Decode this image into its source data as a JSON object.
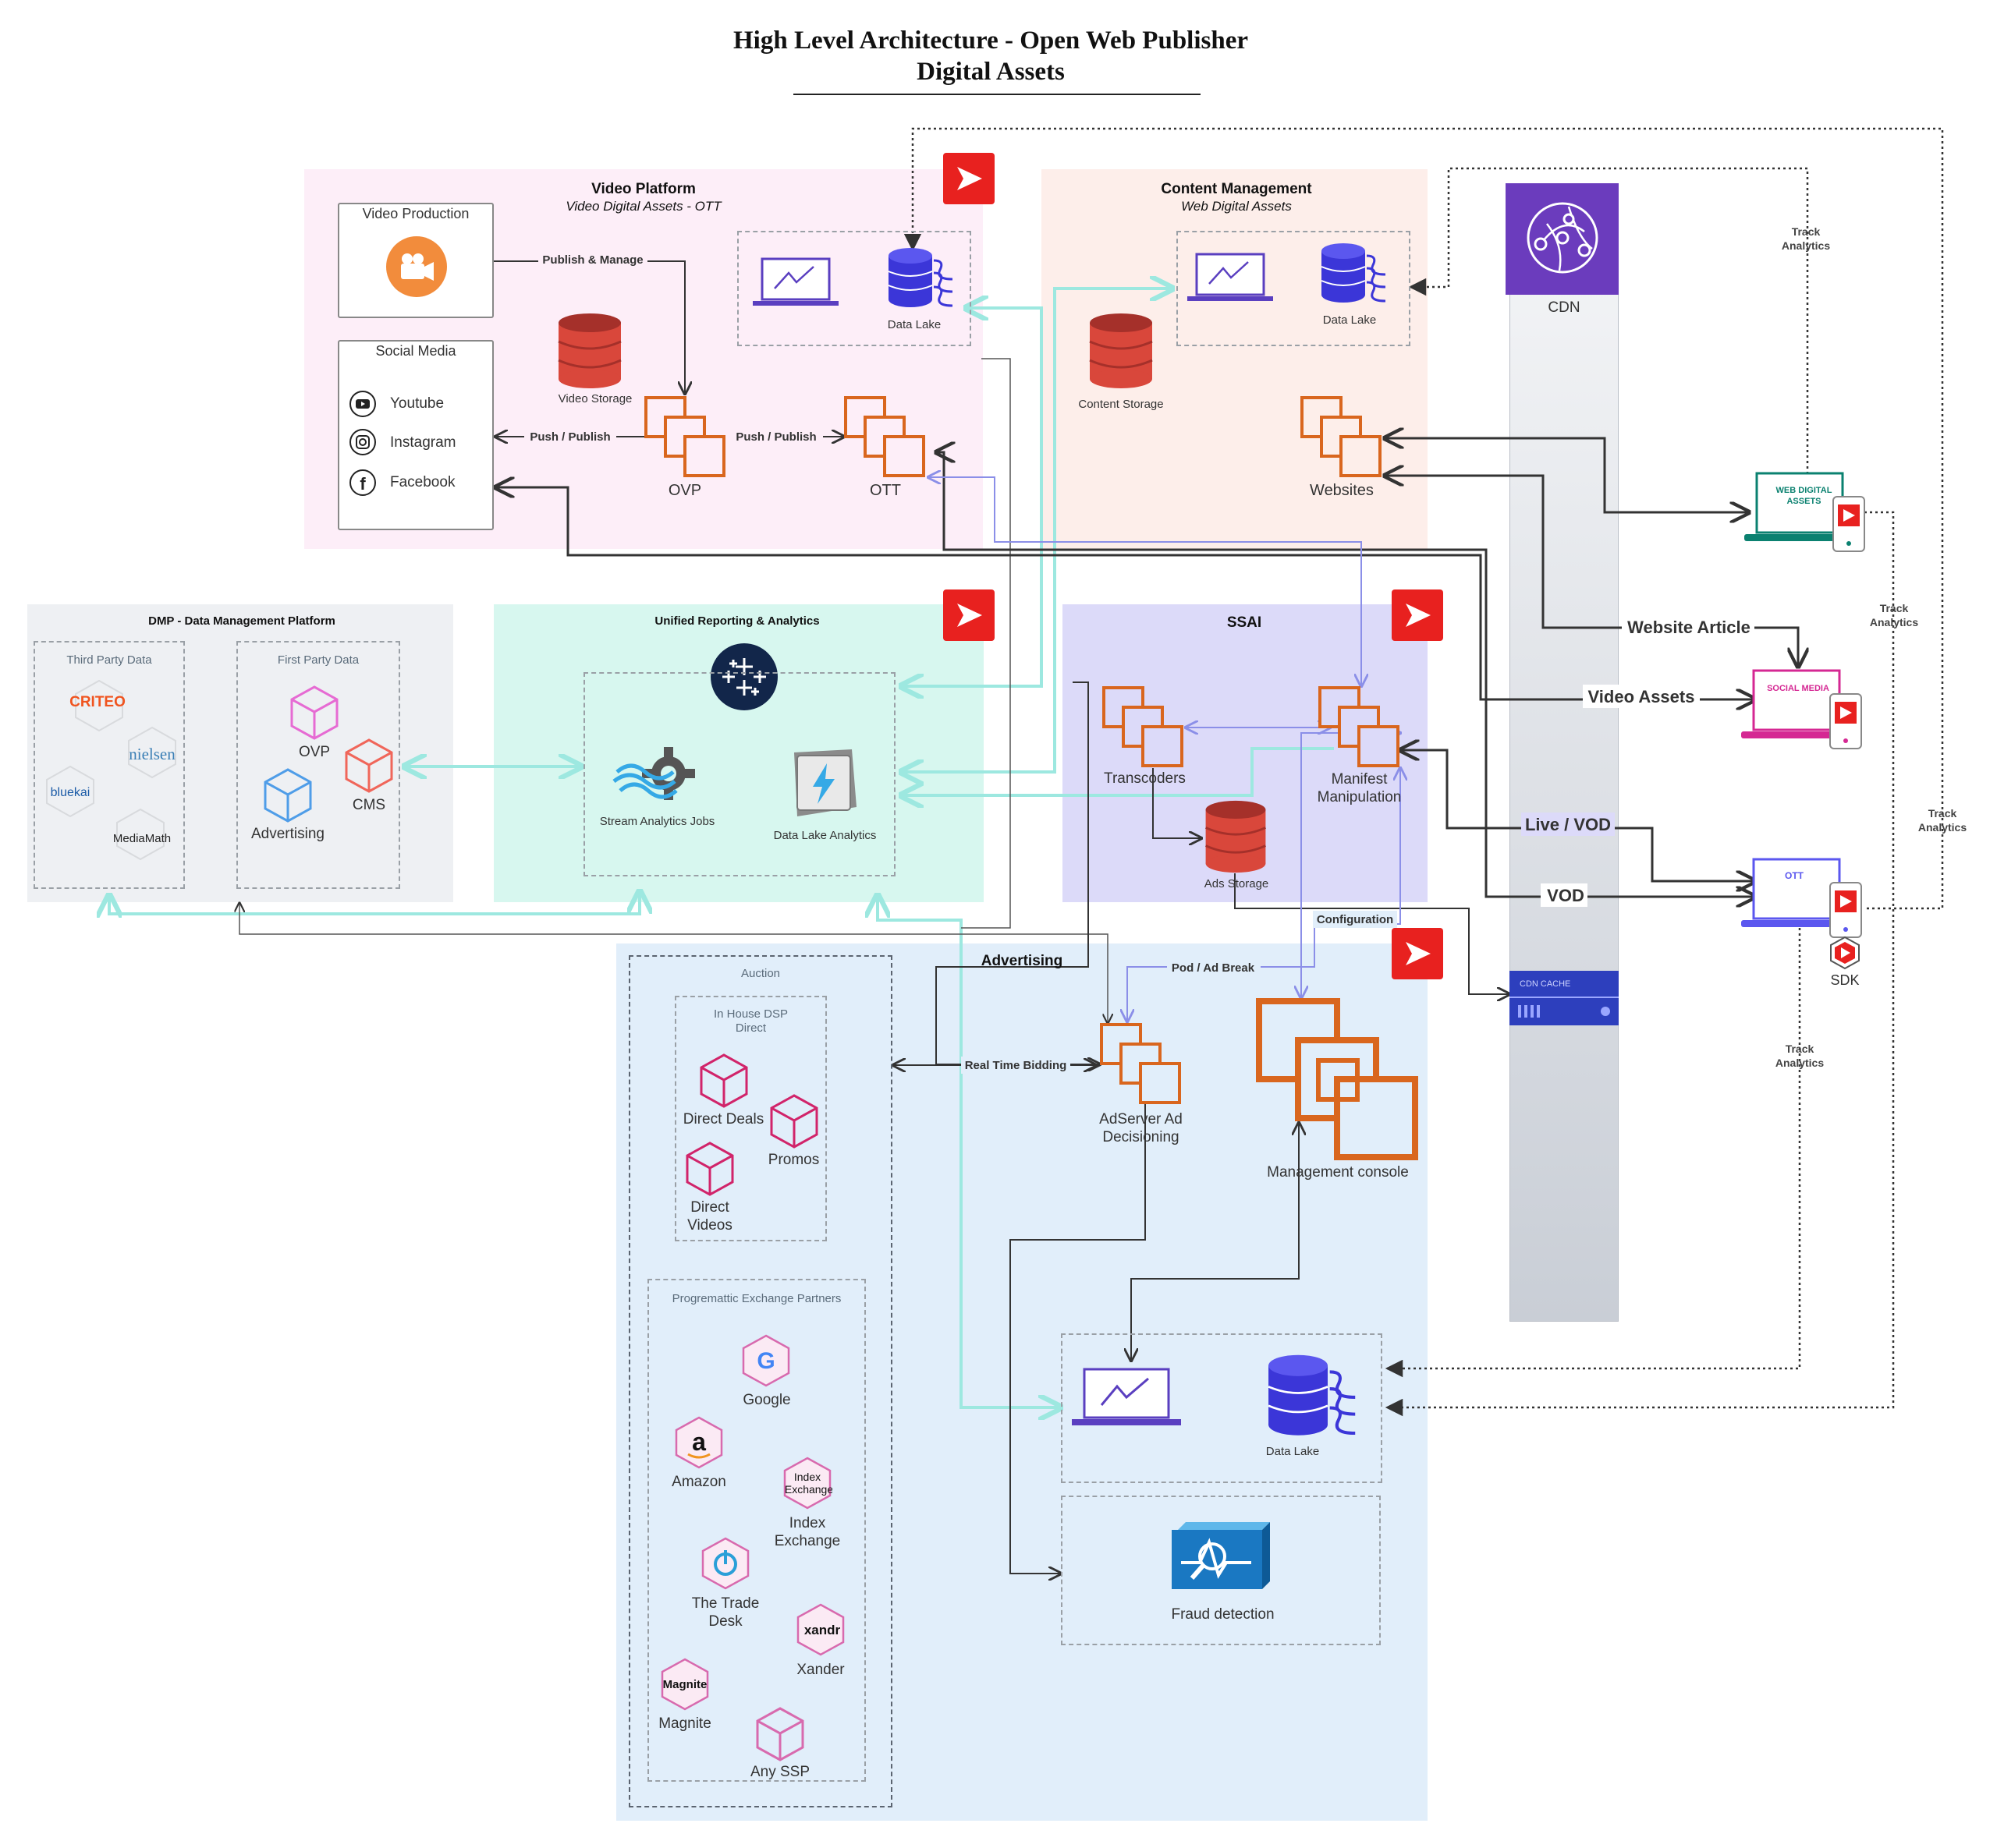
{
  "title": {
    "line1": "High Level Architecture - Open Web Publisher",
    "line2": "Digital Assets"
  },
  "video_platform": {
    "title": "Video Platform",
    "subtitle": "Video Digital Assets - OTT",
    "video_production": "Video Production",
    "social_media": "Social Media",
    "social_items": [
      "Youtube",
      "Instagram",
      "Facebook"
    ],
    "video_storage": "Video Storage",
    "data_lake": "Data Lake",
    "ovp": "OVP",
    "ott": "OTT"
  },
  "content_management": {
    "title": "Content Management",
    "subtitle": "Web Digital Assets",
    "content_storage": "Content Storage",
    "data_lake": "Data Lake",
    "websites": "Websites"
  },
  "cdn": {
    "label": "CDN",
    "cache": "CDN CACHE"
  },
  "dmp": {
    "title": "DMP - Data Management Platform",
    "third_party": "Third Party Data",
    "first_party": "First Party Data",
    "vendors": [
      "CRITEO",
      "nielsen",
      "bluekai",
      "MediaMath"
    ],
    "first_items": [
      "OVP",
      "CMS",
      "Advertising"
    ]
  },
  "reporting": {
    "title": "Unified Reporting & Analytics",
    "stream_jobs": "Stream Analytics Jobs",
    "dl_analytics": "Data Lake Analytics"
  },
  "ssai": {
    "title": "SSAI",
    "transcoders": "Transcoders",
    "manifest": "Manifest Manipulation",
    "ads_storage": "Ads Storage"
  },
  "advertising": {
    "title": "Advertising",
    "auction": "Auction",
    "inhouse": "In House DSP Direct",
    "direct_deals": "Direct Deals",
    "promos": "Promos",
    "direct_videos": "Direct Videos",
    "exchange": "Progremattic Exchange Partners",
    "partners": [
      "Google",
      "Amazon",
      "Index Exchange",
      "The Trade Desk",
      "Xander",
      "Magnite",
      "Any SSP"
    ],
    "adserver": "AdServer Ad Decisioning",
    "mgmt": "Management console",
    "data_lake": "Data Lake",
    "fraud": "Fraud detection"
  },
  "connectors": {
    "publish_manage": "Publish & Manage",
    "push_publish": "Push / Publish",
    "website_article": "Website Article",
    "video_assets": "Video Assets",
    "live_vod": "Live / VOD",
    "vod": "VOD",
    "pod_ad_break": "Pod / Ad Break",
    "configuration": "Configuration",
    "rtb": "Real Time Bidding",
    "track_analytics": "Track Analytics"
  },
  "devices": {
    "web": "WEB DIGITAL ASSETS",
    "social": "SOCIAL MEDIA",
    "ott": "OTT",
    "sdk": "SDK"
  }
}
